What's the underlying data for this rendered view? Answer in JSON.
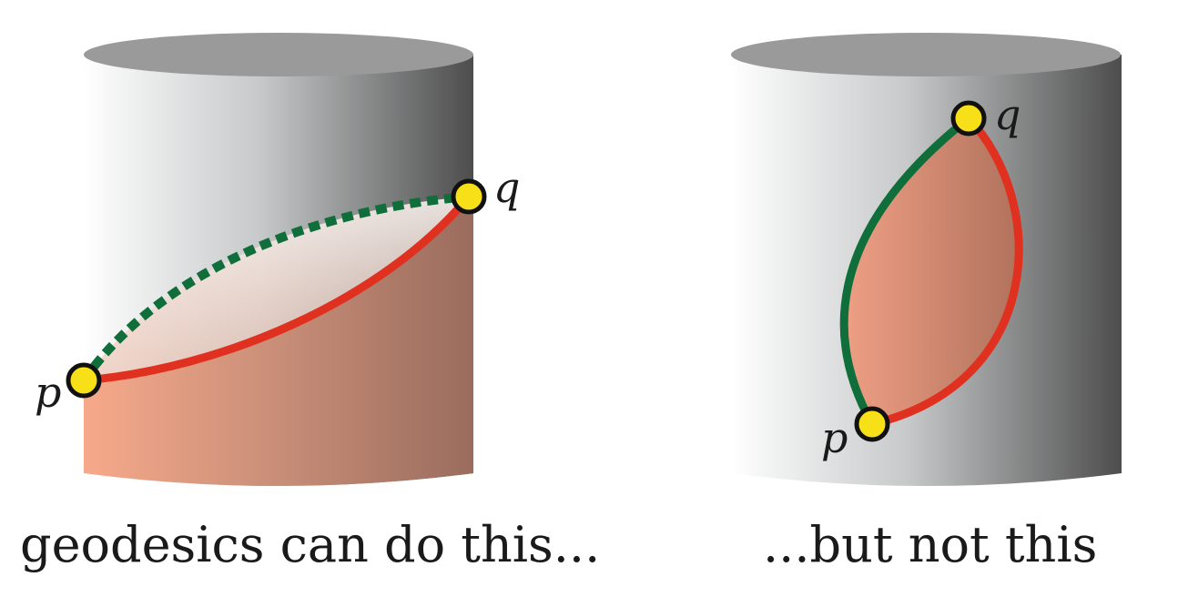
{
  "diagrams": [
    {
      "caption": "geodesics can do this...",
      "point_p_label": "p",
      "point_q_label": "q"
    },
    {
      "caption": "...but not this",
      "point_p_label": "p",
      "point_q_label": "q"
    }
  ],
  "colors": {
    "curve_red": "#e03020",
    "curve_green": "#0f6e3a",
    "point_fill": "#f7e017",
    "point_stroke": "#111111",
    "region_fill": "#f4a07e",
    "cylinder_top": "#9a9a9a"
  }
}
